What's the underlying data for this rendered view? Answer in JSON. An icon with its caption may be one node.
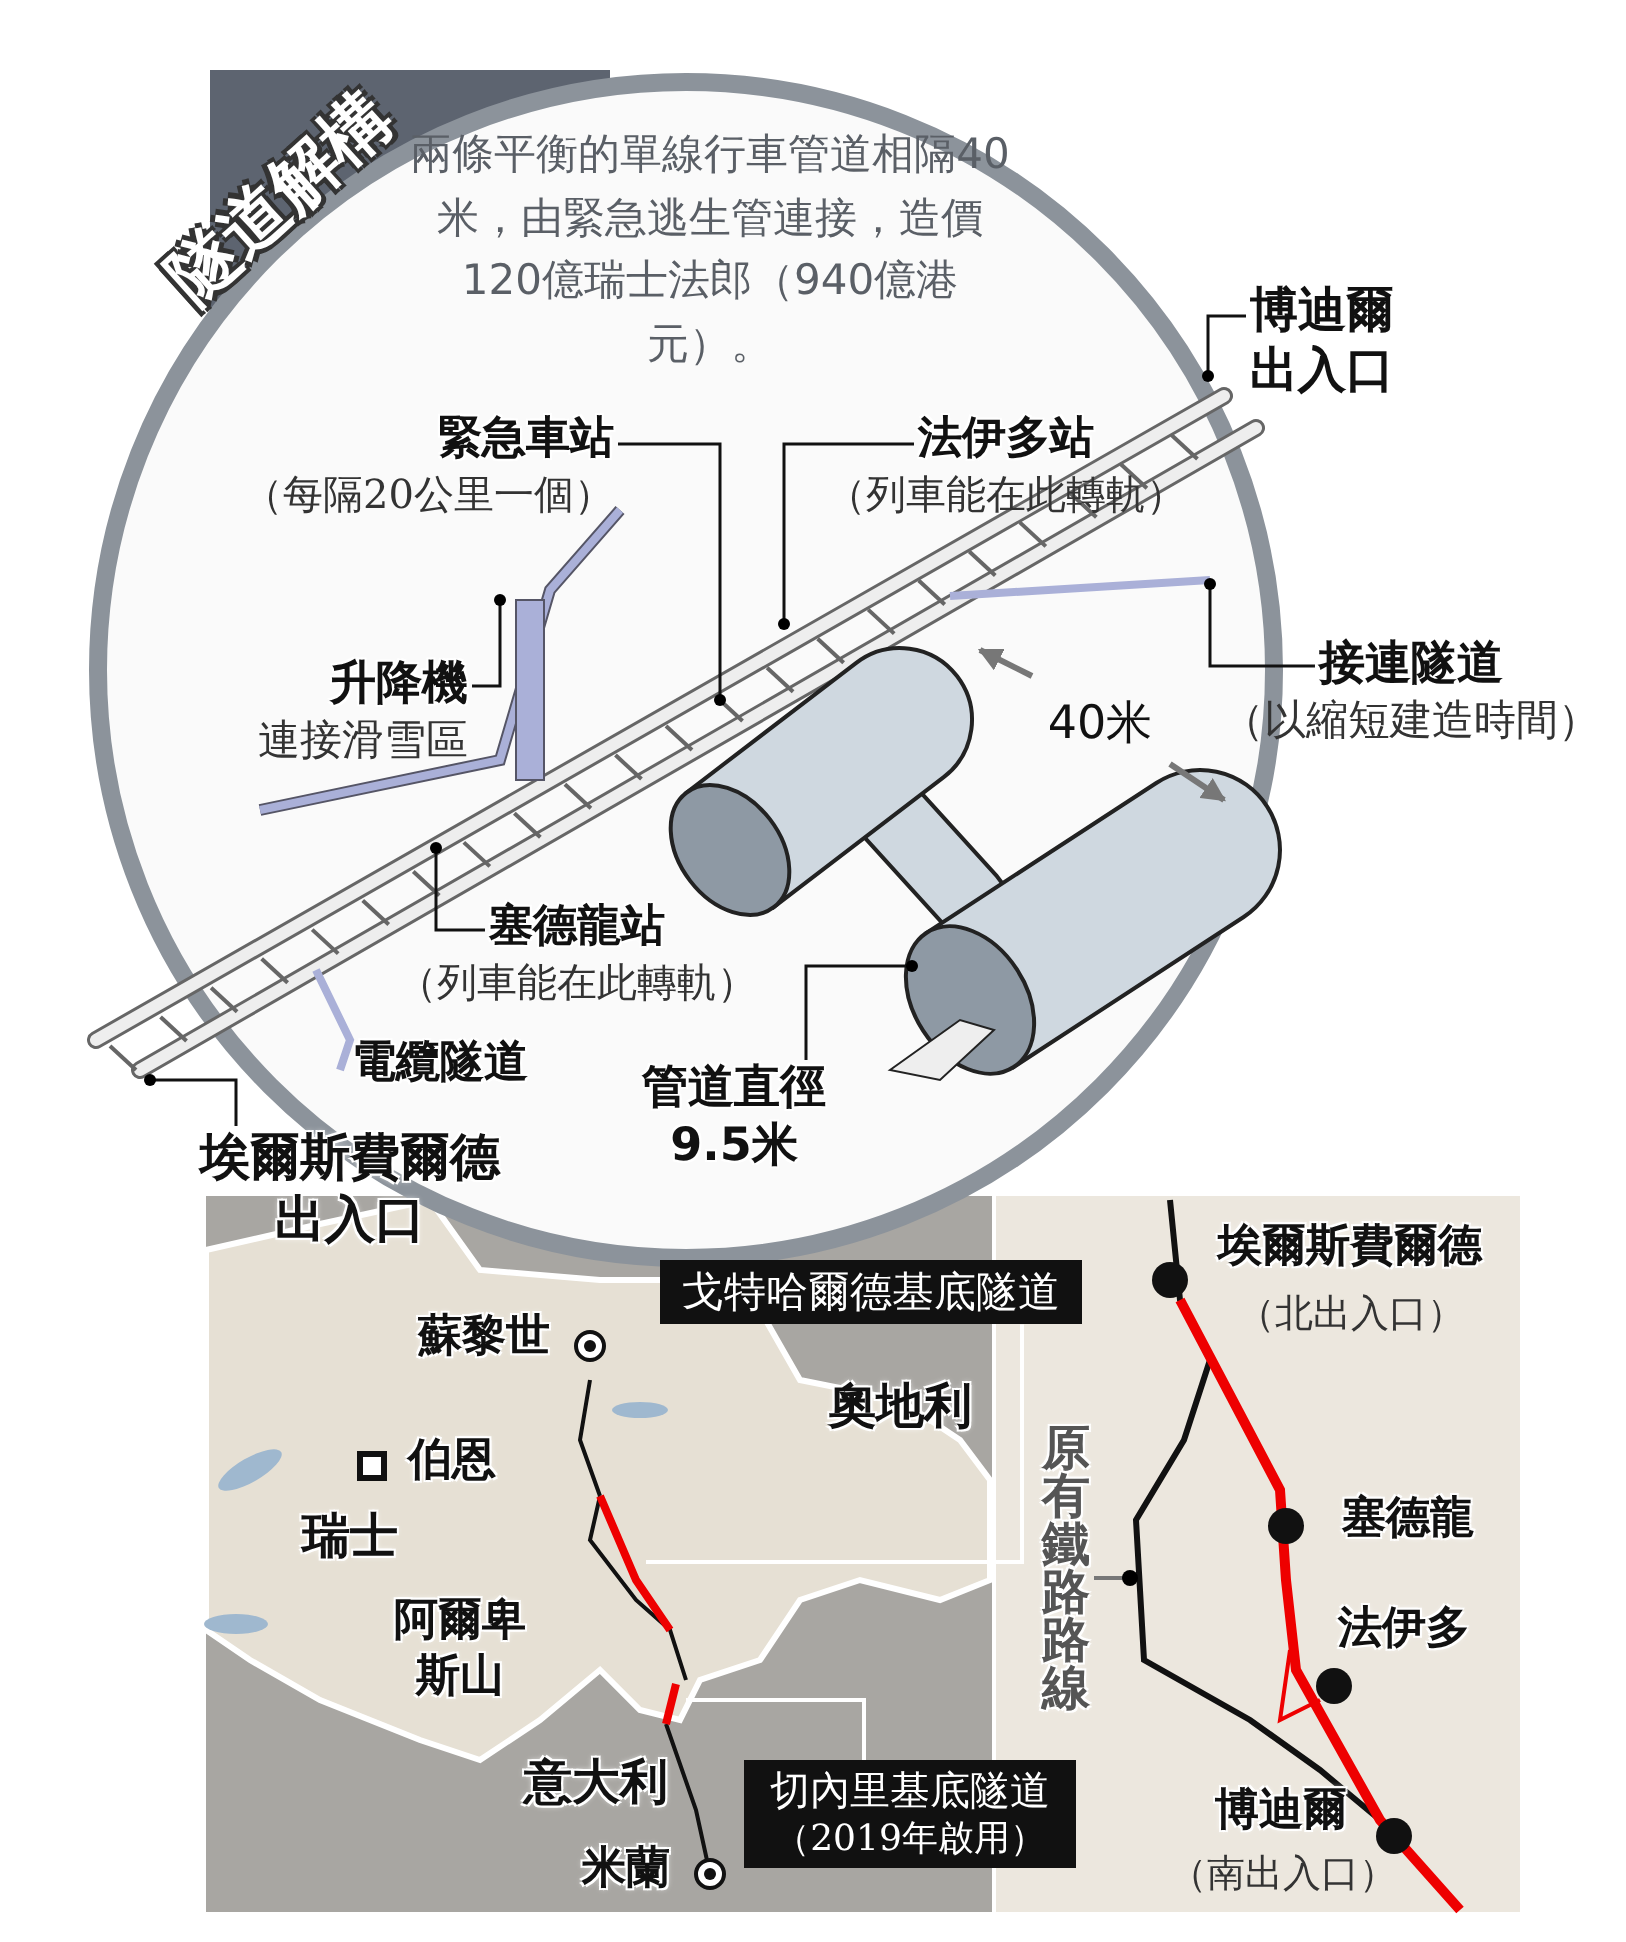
{
  "diagram": {
    "title": "隧道解構",
    "nodes": [
      {
        "text": [
          "博迪爾出入口"
        ]
      },
      {
        "text": [
          "緊急車站",
          "（每隔20公里一個）"
        ]
      },
      {
        "text": [
          "法伊多站",
          "（列車能在此轉軌）"
        ]
      },
      {
        "text": [
          "升降機",
          "連接滑雪區"
        ]
      },
      {
        "text": [
          "接連隧道",
          "（以縮短建造時間）"
        ]
      },
      {
        "text": [
          "塞德龍站",
          "（列車能在此轉軌）"
        ]
      },
      {
        "text": [
          "管道直徑9.5米"
        ]
      },
      {
        "text": [
          "埃爾斯費爾德出入口"
        ]
      },
      {
        "text": [
          "戈特哈爾德基底隧道"
        ]
      },
      {
        "text": [
          "切內里基底隧道",
          "（2019年啟用）"
        ]
      },
      {
        "text": [
          "原有鐵路路線"
        ]
      }
    ],
    "edges": [
      {
        "from": 0,
        "to": null,
        "arrow": "other"
      },
      {
        "from": 1,
        "to": null,
        "arrow": "other"
      },
      {
        "from": 2,
        "to": null,
        "arrow": "other"
      },
      {
        "from": 3,
        "to": null,
        "arrow": "other"
      },
      {
        "from": 4,
        "to": null,
        "arrow": "other"
      },
      {
        "from": 5,
        "to": null,
        "arrow": "other"
      },
      {
        "from": 6,
        "to": null,
        "arrow": "other"
      },
      {
        "from": 7,
        "to": null,
        "arrow": "other"
      },
      {
        "from": 8,
        "to": null,
        "arrow": "none",
        "color": "#ffffff"
      },
      {
        "from": 9,
        "to": null,
        "arrow": "none",
        "color": "#ffffff"
      },
      {
        "from": 10,
        "to": null,
        "arrow": "other",
        "color": "#777777"
      }
    ],
    "labels": [
      "兩條平衡的單線行車管道相隔40米，由緊急逃生管連接，造價120億瑞士法郎（940億港元）。",
      "電纜隧道",
      "40米",
      "蘇黎世",
      "奧地利",
      "伯恩",
      "瑞士",
      "阿爾卑斯山",
      "意大利",
      "米蘭",
      "埃爾斯費爾德",
      "（北出入口）",
      "塞德龍",
      "法伊多",
      "博迪爾",
      "（南出入口）"
    ]
  }
}
